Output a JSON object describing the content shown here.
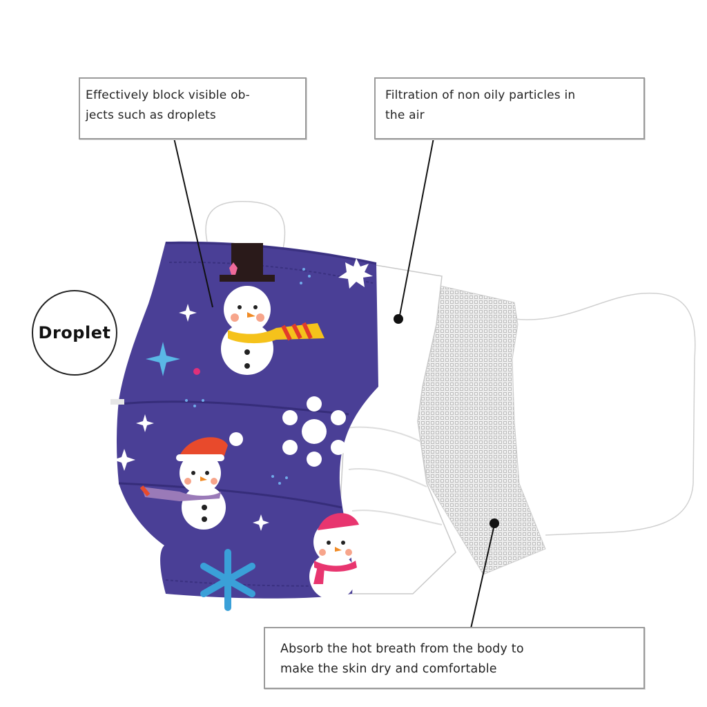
{
  "callouts": [
    {
      "lines": [
        "Effectively block visible ob-",
        "jects such as droplets"
      ]
    },
    {
      "lines": [
        "Filtration of non oily particles in",
        "the air"
      ]
    },
    {
      "lines": [
        "Absorb the hot breath from the body to",
        "make the skin dry and comfortable"
      ]
    }
  ],
  "badge": {
    "label": "Droplet"
  },
  "colors": {
    "outer_layer": "#4a3f96",
    "middle_layer": "#ffffff",
    "inner_layer": "#d9d9d9",
    "leader_line": "#111111",
    "snowflake_blue": "#3aa0d8"
  },
  "icons": [
    "snowman-icon",
    "snowflake-icon",
    "sparkle-icon"
  ]
}
